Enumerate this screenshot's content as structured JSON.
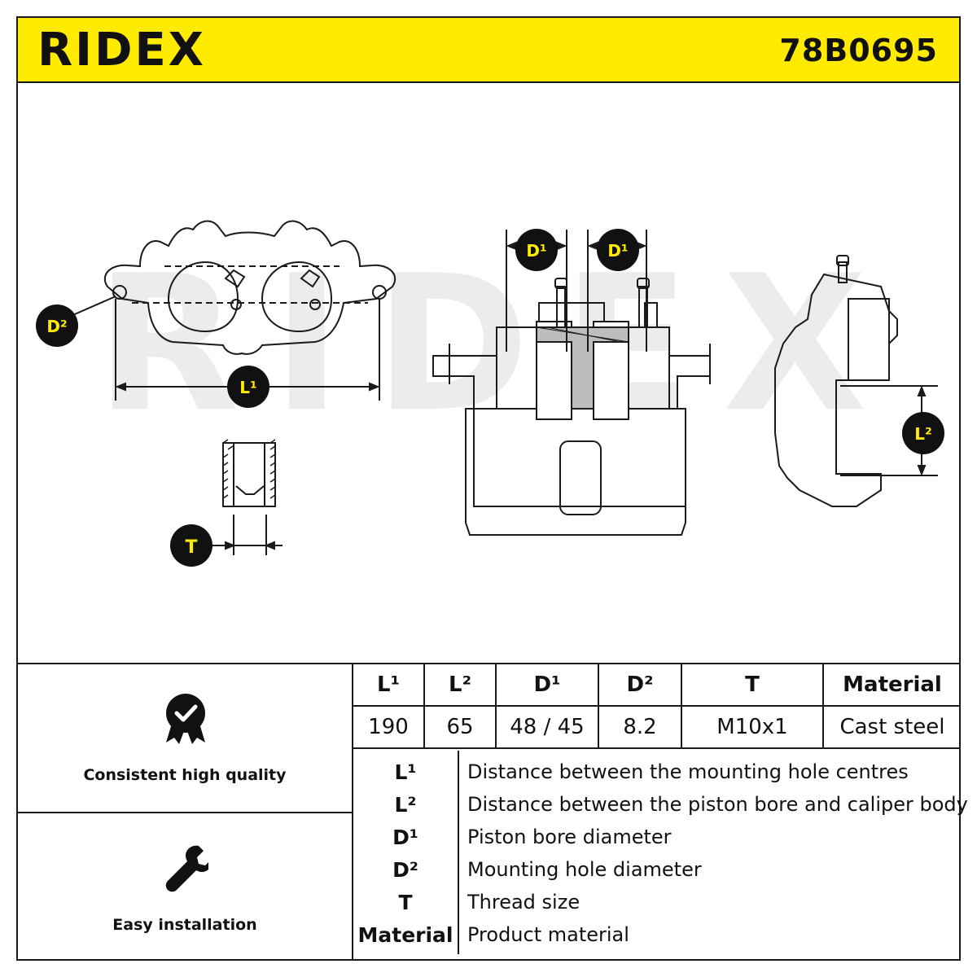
{
  "header": {
    "brand": "RIDEX",
    "part_number": "78B0695"
  },
  "drawing": {
    "watermark": "RIDEX",
    "labels": {
      "d2": "D²",
      "l1": "L¹",
      "d1_left": "D¹",
      "d1_right": "D¹",
      "l2": "L²",
      "t": "T"
    }
  },
  "features": [
    {
      "label": "Consistent high quality",
      "icon": "quality-badge-icon"
    },
    {
      "label": "Easy installation",
      "icon": "wrench-icon"
    }
  ],
  "specs": {
    "headers": [
      "L¹",
      "L²",
      "D¹",
      "D²",
      "T",
      "Material"
    ],
    "values": [
      "190",
      "65",
      "48 / 45",
      "8.2",
      "M10x1",
      "Cast steel"
    ]
  },
  "legend": [
    {
      "key": "L¹",
      "desc": "Distance between the mounting hole centres"
    },
    {
      "key": "L²",
      "desc": "Distance between the piston bore and caliper body"
    },
    {
      "key": "D¹",
      "desc": "Piston bore diameter"
    },
    {
      "key": "D²",
      "desc": "Mounting hole diameter"
    },
    {
      "key": "T",
      "desc": "Thread size"
    },
    {
      "key": "Material",
      "desc": "Product material"
    }
  ],
  "colors": {
    "accent": "#ffeb00",
    "line": "#1a1a1a",
    "badge": "#111111",
    "watermark": "#e9e9e9"
  }
}
